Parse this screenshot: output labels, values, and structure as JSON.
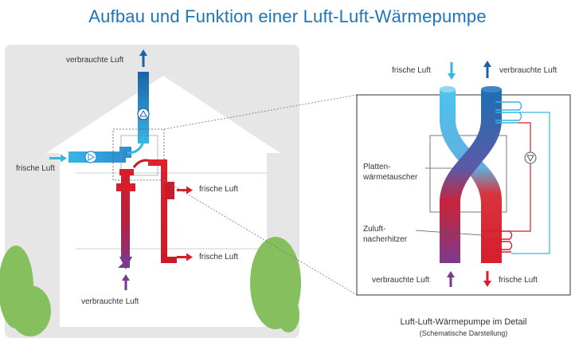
{
  "title": "Aufbau und Funktion einer Luft-Luft-Wärmepumpe",
  "house": {
    "exhaust_top": "verbrauchte Luft",
    "fresh_in": "frische Luft",
    "fresh_out_upper": "frische Luft",
    "fresh_out_lower": "frische Luft",
    "exhaust_in": "verbrauchte Luft"
  },
  "detail": {
    "fresh_in": "frische Luft",
    "exhaust_out": "verbrauchte Luft",
    "exchanger_line1": "Platten-",
    "exchanger_line2": "wärmetauscher",
    "heater_line1": "Zuluft-",
    "heater_line2": "nacherhitzer",
    "exhaust_in": "verbrauchte Luft",
    "fresh_out": "frische Luft",
    "caption": "Luft-Luft-Wärmepumpe im Detail",
    "subcaption": "(Schematische Darstellung)"
  },
  "colors": {
    "title": "#1a75bd",
    "fresh_air": "#36b6e5",
    "exhaust_air": "#1a63a8",
    "warm_air": "#d61f2b",
    "stale_air": "#7a3a8c",
    "tree": "#86bf5e",
    "house_bg": "#e6e6e6"
  }
}
